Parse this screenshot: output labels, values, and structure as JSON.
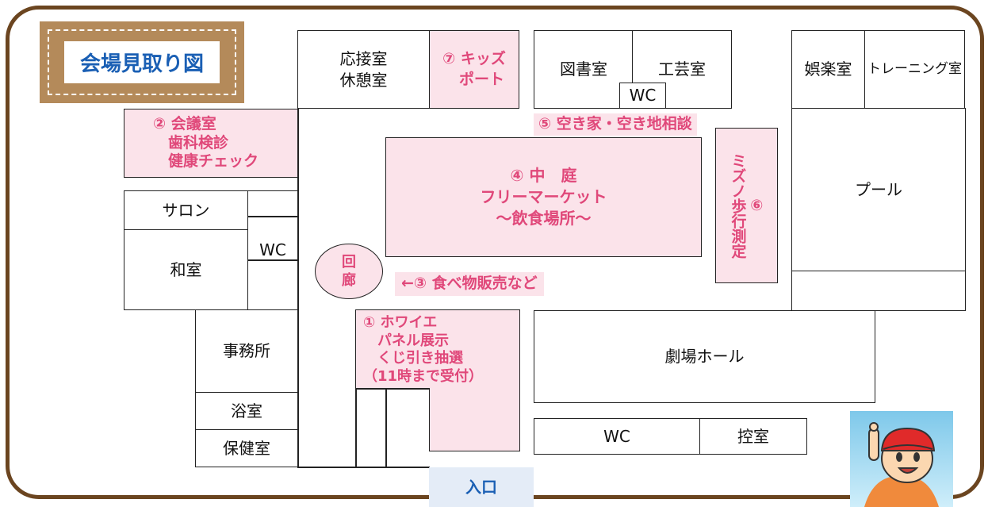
{
  "title": "会場見取り図",
  "rooms": {
    "reception": "応接室\n休憩室",
    "kids": "⑦ キッズ\n　ポート",
    "library": "図書室",
    "crafts": "工芸室",
    "wc_top": "WC",
    "recreation": "娯楽室",
    "training": "トレーニング室",
    "meeting": "② 会議室\n　歯科検診\n　健康チェック",
    "salon": "サロン",
    "wc_left": "WC",
    "washitsu": "和室",
    "courtyard": "④ 中　庭\nフリーマーケット\n〜飲食場所〜",
    "mizuno": "⑥\nミズノ歩行測定",
    "pool": "プール",
    "corridor": "回\n廊",
    "office": "事務所",
    "bath": "浴室",
    "health": "保健室",
    "foyer": "① ホワイエ\n　パネル展示\n　くじ引き抽選\n（11時まで受付）",
    "theater": "劇場ホール",
    "wc_bottom": "WC",
    "green_room": "控室",
    "entrance": "入口"
  },
  "labels": {
    "vacant": "⑤ 空き家・空き地相談",
    "food": "←③ 食べ物販売など"
  },
  "colors": {
    "frame": "#6b4520",
    "title_bg": "#b48a5a",
    "title_text": "#1a5fb4",
    "highlight_fill": "#fbe3ea",
    "highlight_text": "#e0487a",
    "entrance_fill": "#e4ecf7"
  },
  "icons": {
    "mascot": "boy-pointing-mascot"
  }
}
